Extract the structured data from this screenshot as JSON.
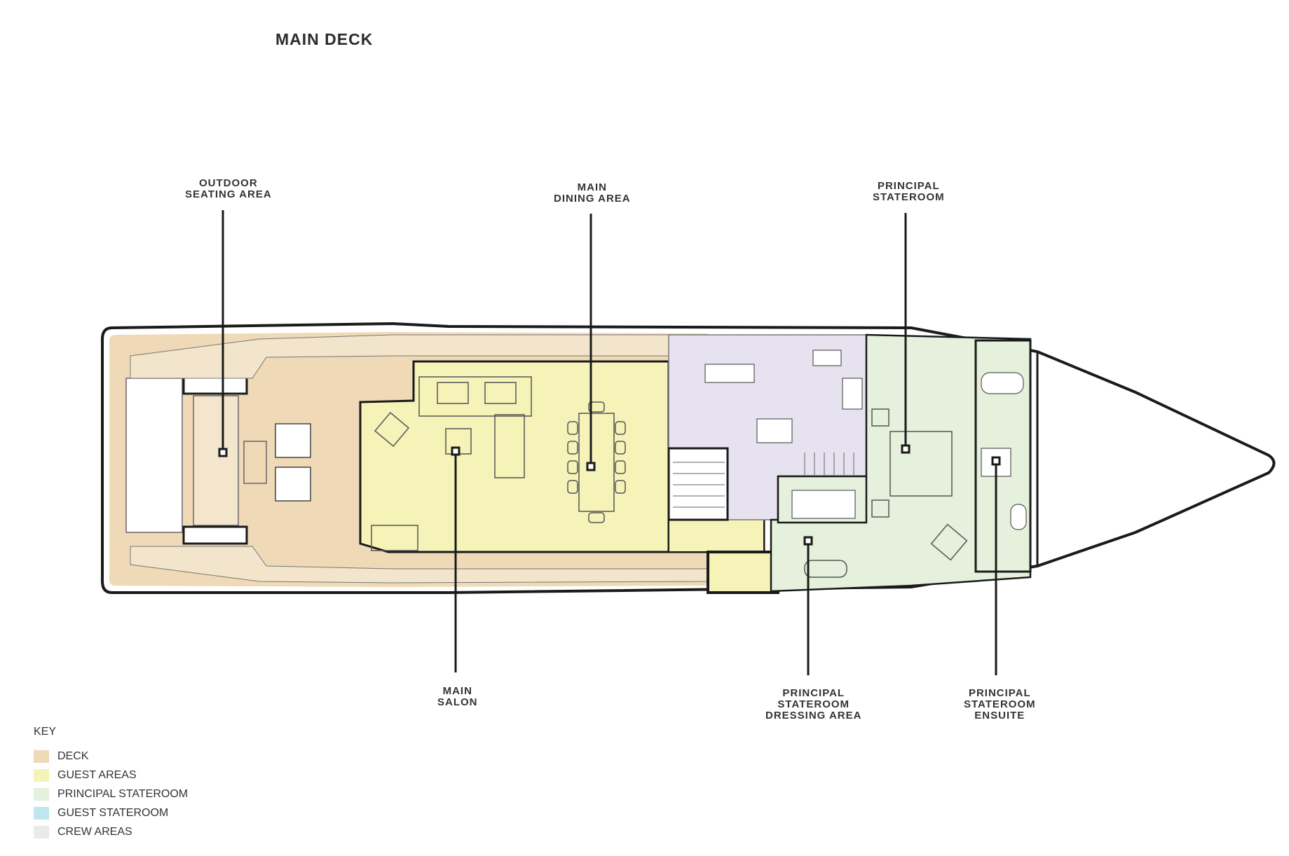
{
  "title": "MAIN DECK",
  "callouts": {
    "outdoor_seating": [
      "OUTDOOR",
      "SEATING AREA"
    ],
    "main_dining": [
      "MAIN",
      "DINING AREA"
    ],
    "principal_stateroom": [
      "PRINCIPAL",
      "STATEROOM"
    ],
    "main_salon": [
      "MAIN",
      "SALON"
    ],
    "dressing_area": [
      "PRINCIPAL",
      "STATEROOM",
      "DRESSING AREA"
    ],
    "ensuite": [
      "PRINCIPAL",
      "STATEROOM",
      "ENSUITE"
    ]
  },
  "key": {
    "title": "KEY",
    "items": [
      {
        "label": "DECK",
        "color": "#efd9b6"
      },
      {
        "label": "GUEST AREAS",
        "color": "#f5f3b8"
      },
      {
        "label": "PRINCIPAL STATEROOM",
        "color": "#e5f1dc"
      },
      {
        "label": "GUEST STATEROOM",
        "color": "#bfe6ef"
      },
      {
        "label": "CREW AREAS",
        "color": "#eaeaea"
      }
    ]
  },
  "zone_colors": {
    "deck": "#efd9b6",
    "guest": "#f5f3b8",
    "principal": "#e5f1dc",
    "crew": "#e7e2ef"
  }
}
